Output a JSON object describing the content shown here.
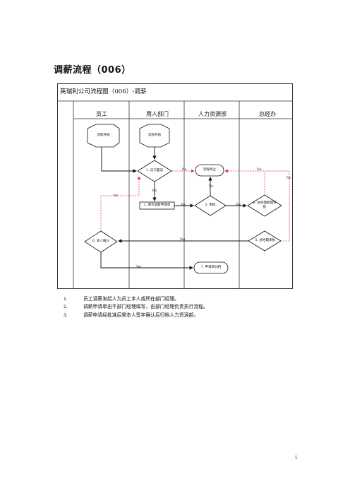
{
  "document": {
    "title": "调薪流程（006）",
    "page_number": "1"
  },
  "flowchart": {
    "title": "英瑞利公司流程图（006）-调薪",
    "lanes": [
      "员工",
      "用人部门",
      "人力资源部",
      "总经办"
    ],
    "nodes": {
      "start_employee": "流程开始",
      "start_dept": "流程开始",
      "employee_apply": "1. 员工面谈",
      "fill_form": "2. 填写调薪申请单",
      "hr_review": "3. 审批",
      "gm_review": "4. 总经理助理审批",
      "gm_approve": "5. 总经理审批",
      "employee_confirm": "6. 本人确认",
      "archive": "7. 申请单归档",
      "end": "流程终止"
    },
    "edge_labels": {
      "yes": "Yes",
      "no": "No"
    }
  },
  "notes": [
    {
      "num": "1.",
      "text": "员工调薪发起人为员工本人或所在部门经理。"
    },
    {
      "num": "2.",
      "text": "调薪申请单由不部门经理填写，由部门经理负责执行流程。"
    },
    {
      "num": "3.",
      "text": "调薪申请经批准后需本人签字确认后归档人力资源部。"
    }
  ],
  "colors": {
    "red_line": "#d93a3a",
    "black_line": "#111111"
  }
}
